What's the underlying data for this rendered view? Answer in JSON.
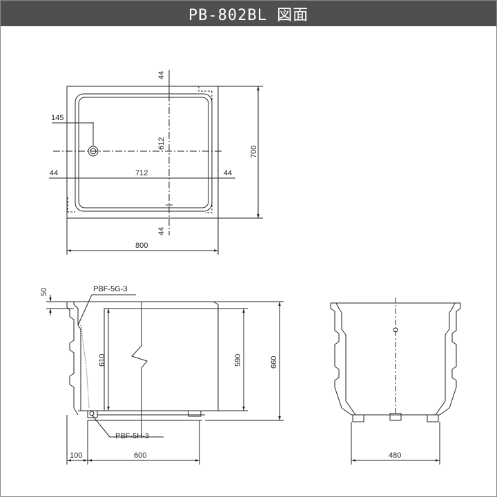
{
  "title": "PB-802BL 図面",
  "plan": {
    "dims": {
      "top": "44",
      "bottom": "44",
      "left": "44",
      "right": "44",
      "drain_offset": "145",
      "inner_width": "712",
      "inner_depth": "612",
      "depth": "700",
      "width": "800"
    }
  },
  "side": {
    "labels": {
      "top_part": "PBF-5G-3",
      "bottom_part": "PBF-5H-3"
    },
    "dims": {
      "rim": "50",
      "inner_height": "610",
      "body_height": "590",
      "total_height": "660",
      "left_offset": "100",
      "length": "600"
    }
  },
  "front": {
    "dims": {
      "width": "480"
    }
  }
}
